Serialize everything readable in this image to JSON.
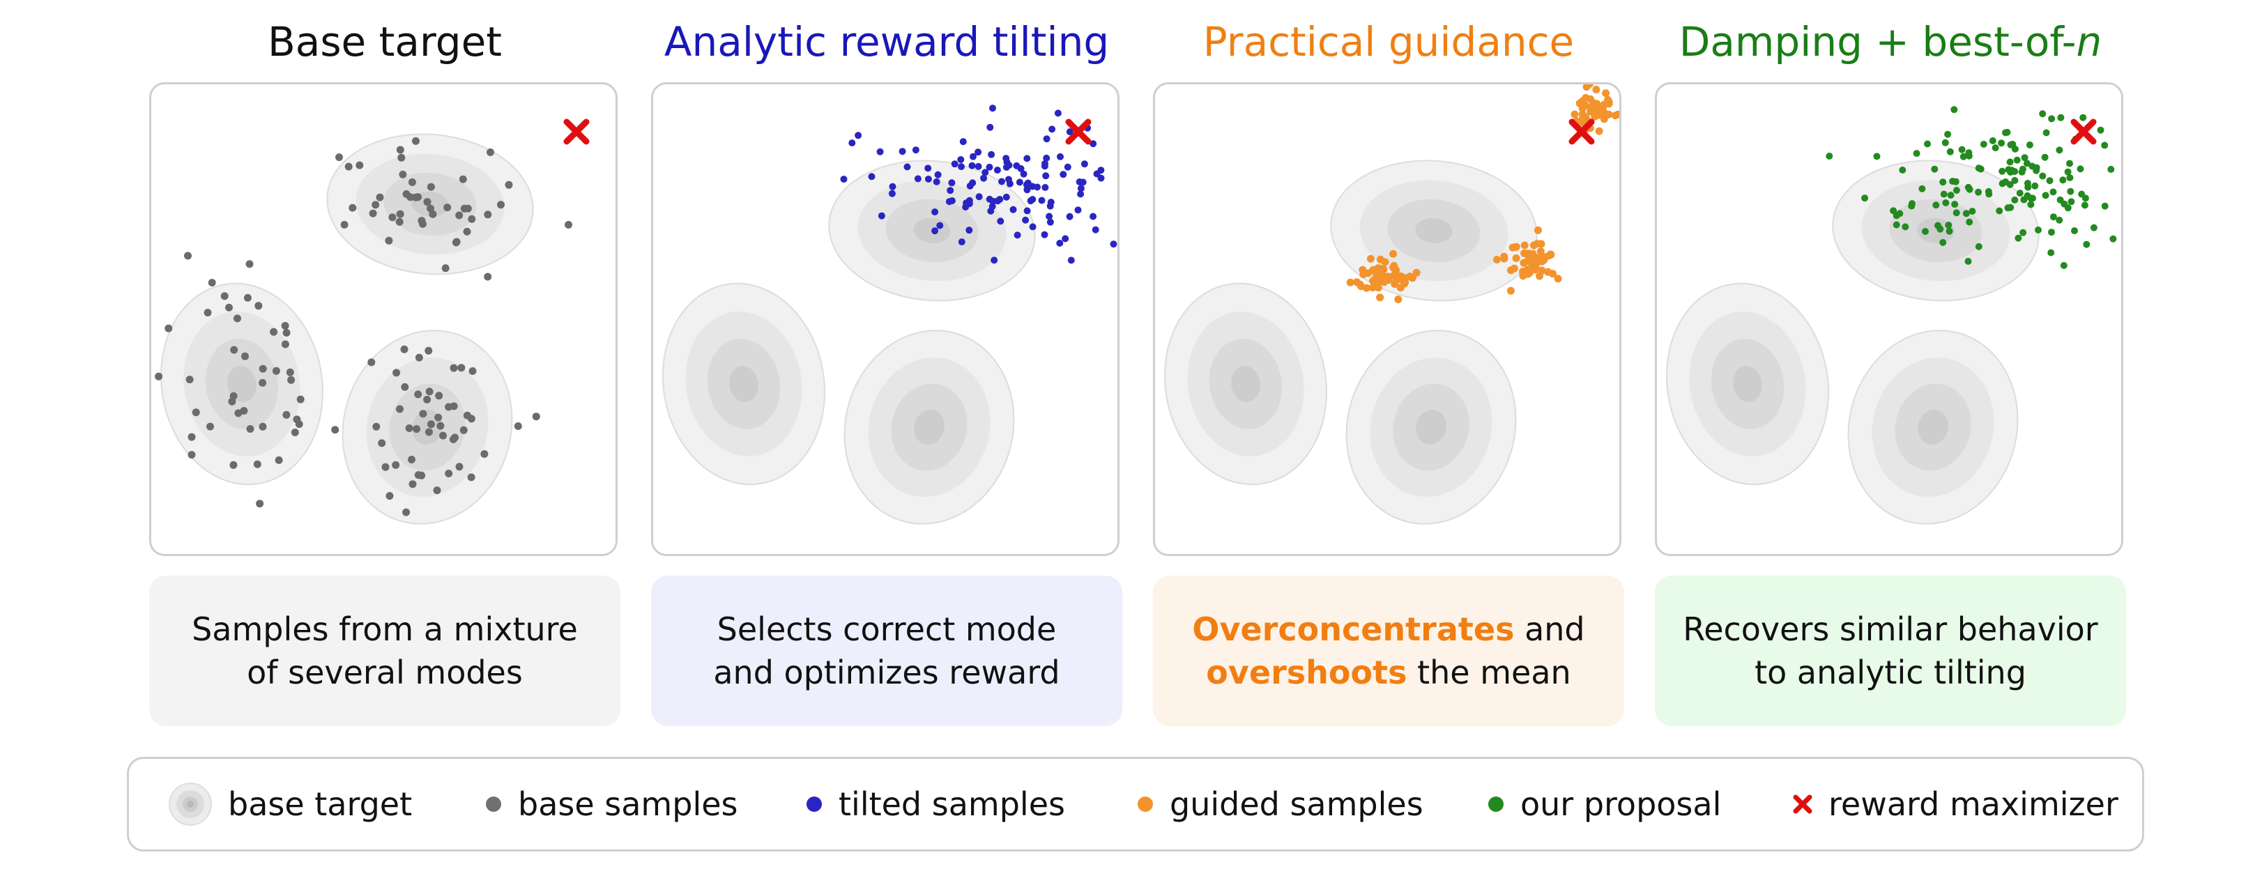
{
  "columns": [
    {
      "title": "Base target",
      "title_color": "#111111",
      "samples": "base",
      "caption": [
        "Samples from a mixture",
        "of several modes"
      ],
      "caption_bg": "#f3f3f3"
    },
    {
      "title": "Analytic reward tilting",
      "title_color": "#1a17b8",
      "samples": "tilted",
      "caption": [
        "Selects correct mode",
        "and optimizes reward"
      ],
      "caption_bg": "#eeeffd"
    },
    {
      "title": "Practical guidance",
      "title_color": "#f07f13",
      "samples": "guided",
      "caption_rich": {
        "w1": "Overconcentrates",
        "t1": " and",
        "w2": "overshoots",
        "t2": " the mean"
      },
      "caption_bg": "#fdf3e8"
    },
    {
      "title_main": "Damping + best-of-",
      "title_italic": "n",
      "title_color": "#1a7d16",
      "samples": "ours",
      "caption": [
        "Recovers similar behavior",
        "to analytic tilting"
      ],
      "caption_bg": "#e8fbe8"
    }
  ],
  "legend": [
    {
      "label": "base target",
      "icon": "contour-disc-icon"
    },
    {
      "label": "base samples",
      "color": "#707070"
    },
    {
      "label": "tilted samples",
      "color": "#2a25c2"
    },
    {
      "label": "guided samples",
      "color": "#f3932e"
    },
    {
      "label": "our proposal",
      "color": "#238a1f"
    },
    {
      "label": "reward maximizer",
      "color": "#e00f0f",
      "icon": "x-mark-icon"
    }
  ],
  "colors": {
    "base": "#6b6b6b",
    "tilted": "#2a25c2",
    "guided": "#f3932e",
    "ours": "#238a1f",
    "reward": "#e00f0f"
  }
}
